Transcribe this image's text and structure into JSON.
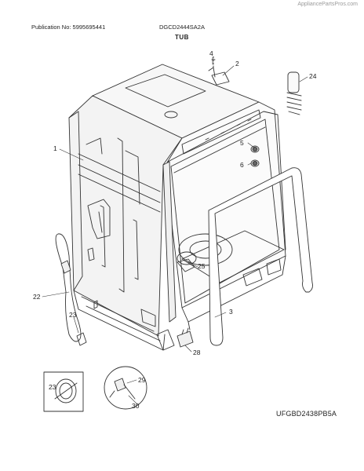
{
  "header": {
    "watermark": "AppliancePartsPros.com",
    "publication": "Publication No: 5995695441",
    "model": "DGCD2444SA2A",
    "section_title": "TUB"
  },
  "diagram": {
    "footer_code": "UFGBD2438PB5A",
    "callouts": [
      "1",
      "2",
      "3",
      "4",
      "5",
      "6",
      "22",
      "23",
      "24",
      "25",
      "28",
      "23",
      "29",
      "30"
    ]
  }
}
